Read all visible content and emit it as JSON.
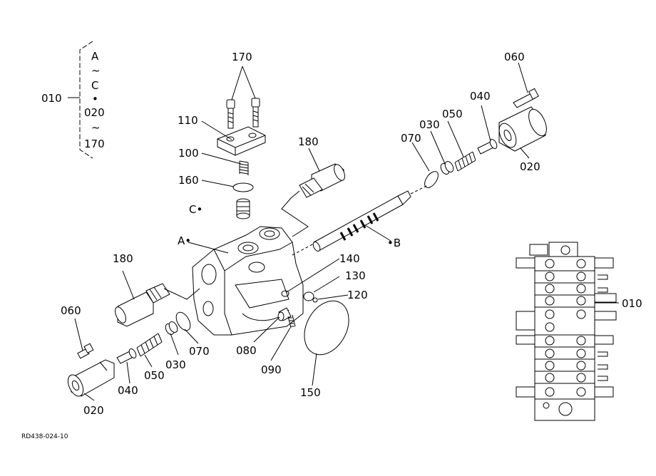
{
  "drawing_code": "RD438-024-10",
  "bracket": {
    "label": "010",
    "lines": [
      "A",
      "~",
      "C",
      "•",
      "020",
      "~",
      "170"
    ]
  },
  "callouts": {
    "p170": "170",
    "p110": "110",
    "p100": "100",
    "p160": "160",
    "c_marker": "C•",
    "a_marker": "A•",
    "p180_top": "180",
    "p180_left": "180",
    "p060_top": "060",
    "p040_top": "040",
    "p050_top": "050",
    "p030_top": "030",
    "p070_top": "070",
    "p020_top": "020",
    "b_marker": "•B",
    "p140": "140",
    "p130": "130",
    "p120": "120",
    "p060_left": "060",
    "p070_bottom": "070",
    "p030_bottom": "030",
    "p050_bottom": "050",
    "p040_bottom": "040",
    "p020_bottom": "020",
    "p080": "080",
    "p090": "090",
    "p150": "150",
    "p010_assembly": "010"
  }
}
